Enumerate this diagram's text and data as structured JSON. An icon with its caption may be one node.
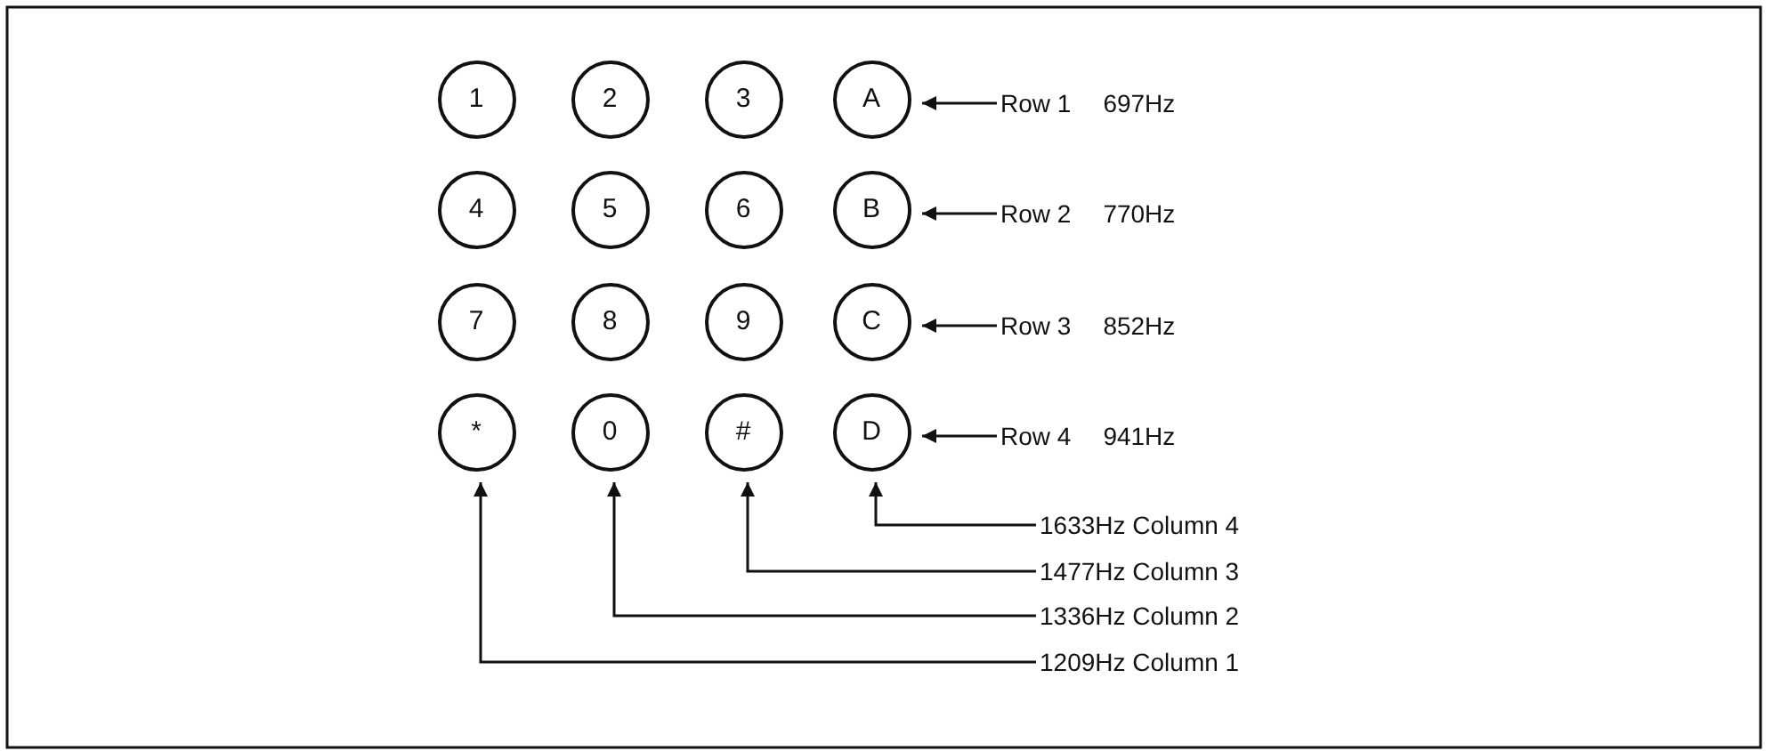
{
  "diagram": {
    "nodes": [
      {
        "text": [
          "1"
        ]
      },
      {
        "text": [
          "2"
        ]
      },
      {
        "text": [
          "3"
        ]
      },
      {
        "text": [
          "A"
        ]
      },
      {
        "text": [
          "Row 1",
          "697Hz"
        ]
      },
      {
        "text": [
          "4"
        ]
      },
      {
        "text": [
          "5"
        ]
      },
      {
        "text": [
          "6"
        ]
      },
      {
        "text": [
          "B"
        ]
      },
      {
        "text": [
          "Row 2",
          "770Hz"
        ]
      },
      {
        "text": [
          "7"
        ]
      },
      {
        "text": [
          "8"
        ]
      },
      {
        "text": [
          "9"
        ]
      },
      {
        "text": [
          "C"
        ]
      },
      {
        "text": [
          "Row 3",
          "852Hz"
        ]
      },
      {
        "text": [
          "*"
        ]
      },
      {
        "text": [
          "0"
        ]
      },
      {
        "text": [
          "#"
        ]
      },
      {
        "text": [
          "D"
        ]
      },
      {
        "text": [
          "Row 4",
          "941Hz"
        ]
      },
      {
        "text": [
          "1633Hz Column 4"
        ]
      },
      {
        "text": [
          "1477Hz Column 3"
        ]
      },
      {
        "text": [
          "1336Hz Column 2"
        ]
      },
      {
        "text": [
          "1209Hz Column 1"
        ]
      }
    ],
    "edges": [
      {
        "from": 4,
        "to": 3,
        "arrow": "to"
      },
      {
        "from": 9,
        "to": 8,
        "arrow": "to"
      },
      {
        "from": 14,
        "to": 13,
        "arrow": "to"
      },
      {
        "from": 19,
        "to": 18,
        "arrow": "to"
      },
      {
        "from": 20,
        "to": 18,
        "arrow": "to"
      },
      {
        "from": 21,
        "to": 17,
        "arrow": "to"
      },
      {
        "from": 22,
        "to": 16,
        "arrow": "to"
      },
      {
        "from": 23,
        "to": 15,
        "arrow": "to"
      }
    ]
  }
}
